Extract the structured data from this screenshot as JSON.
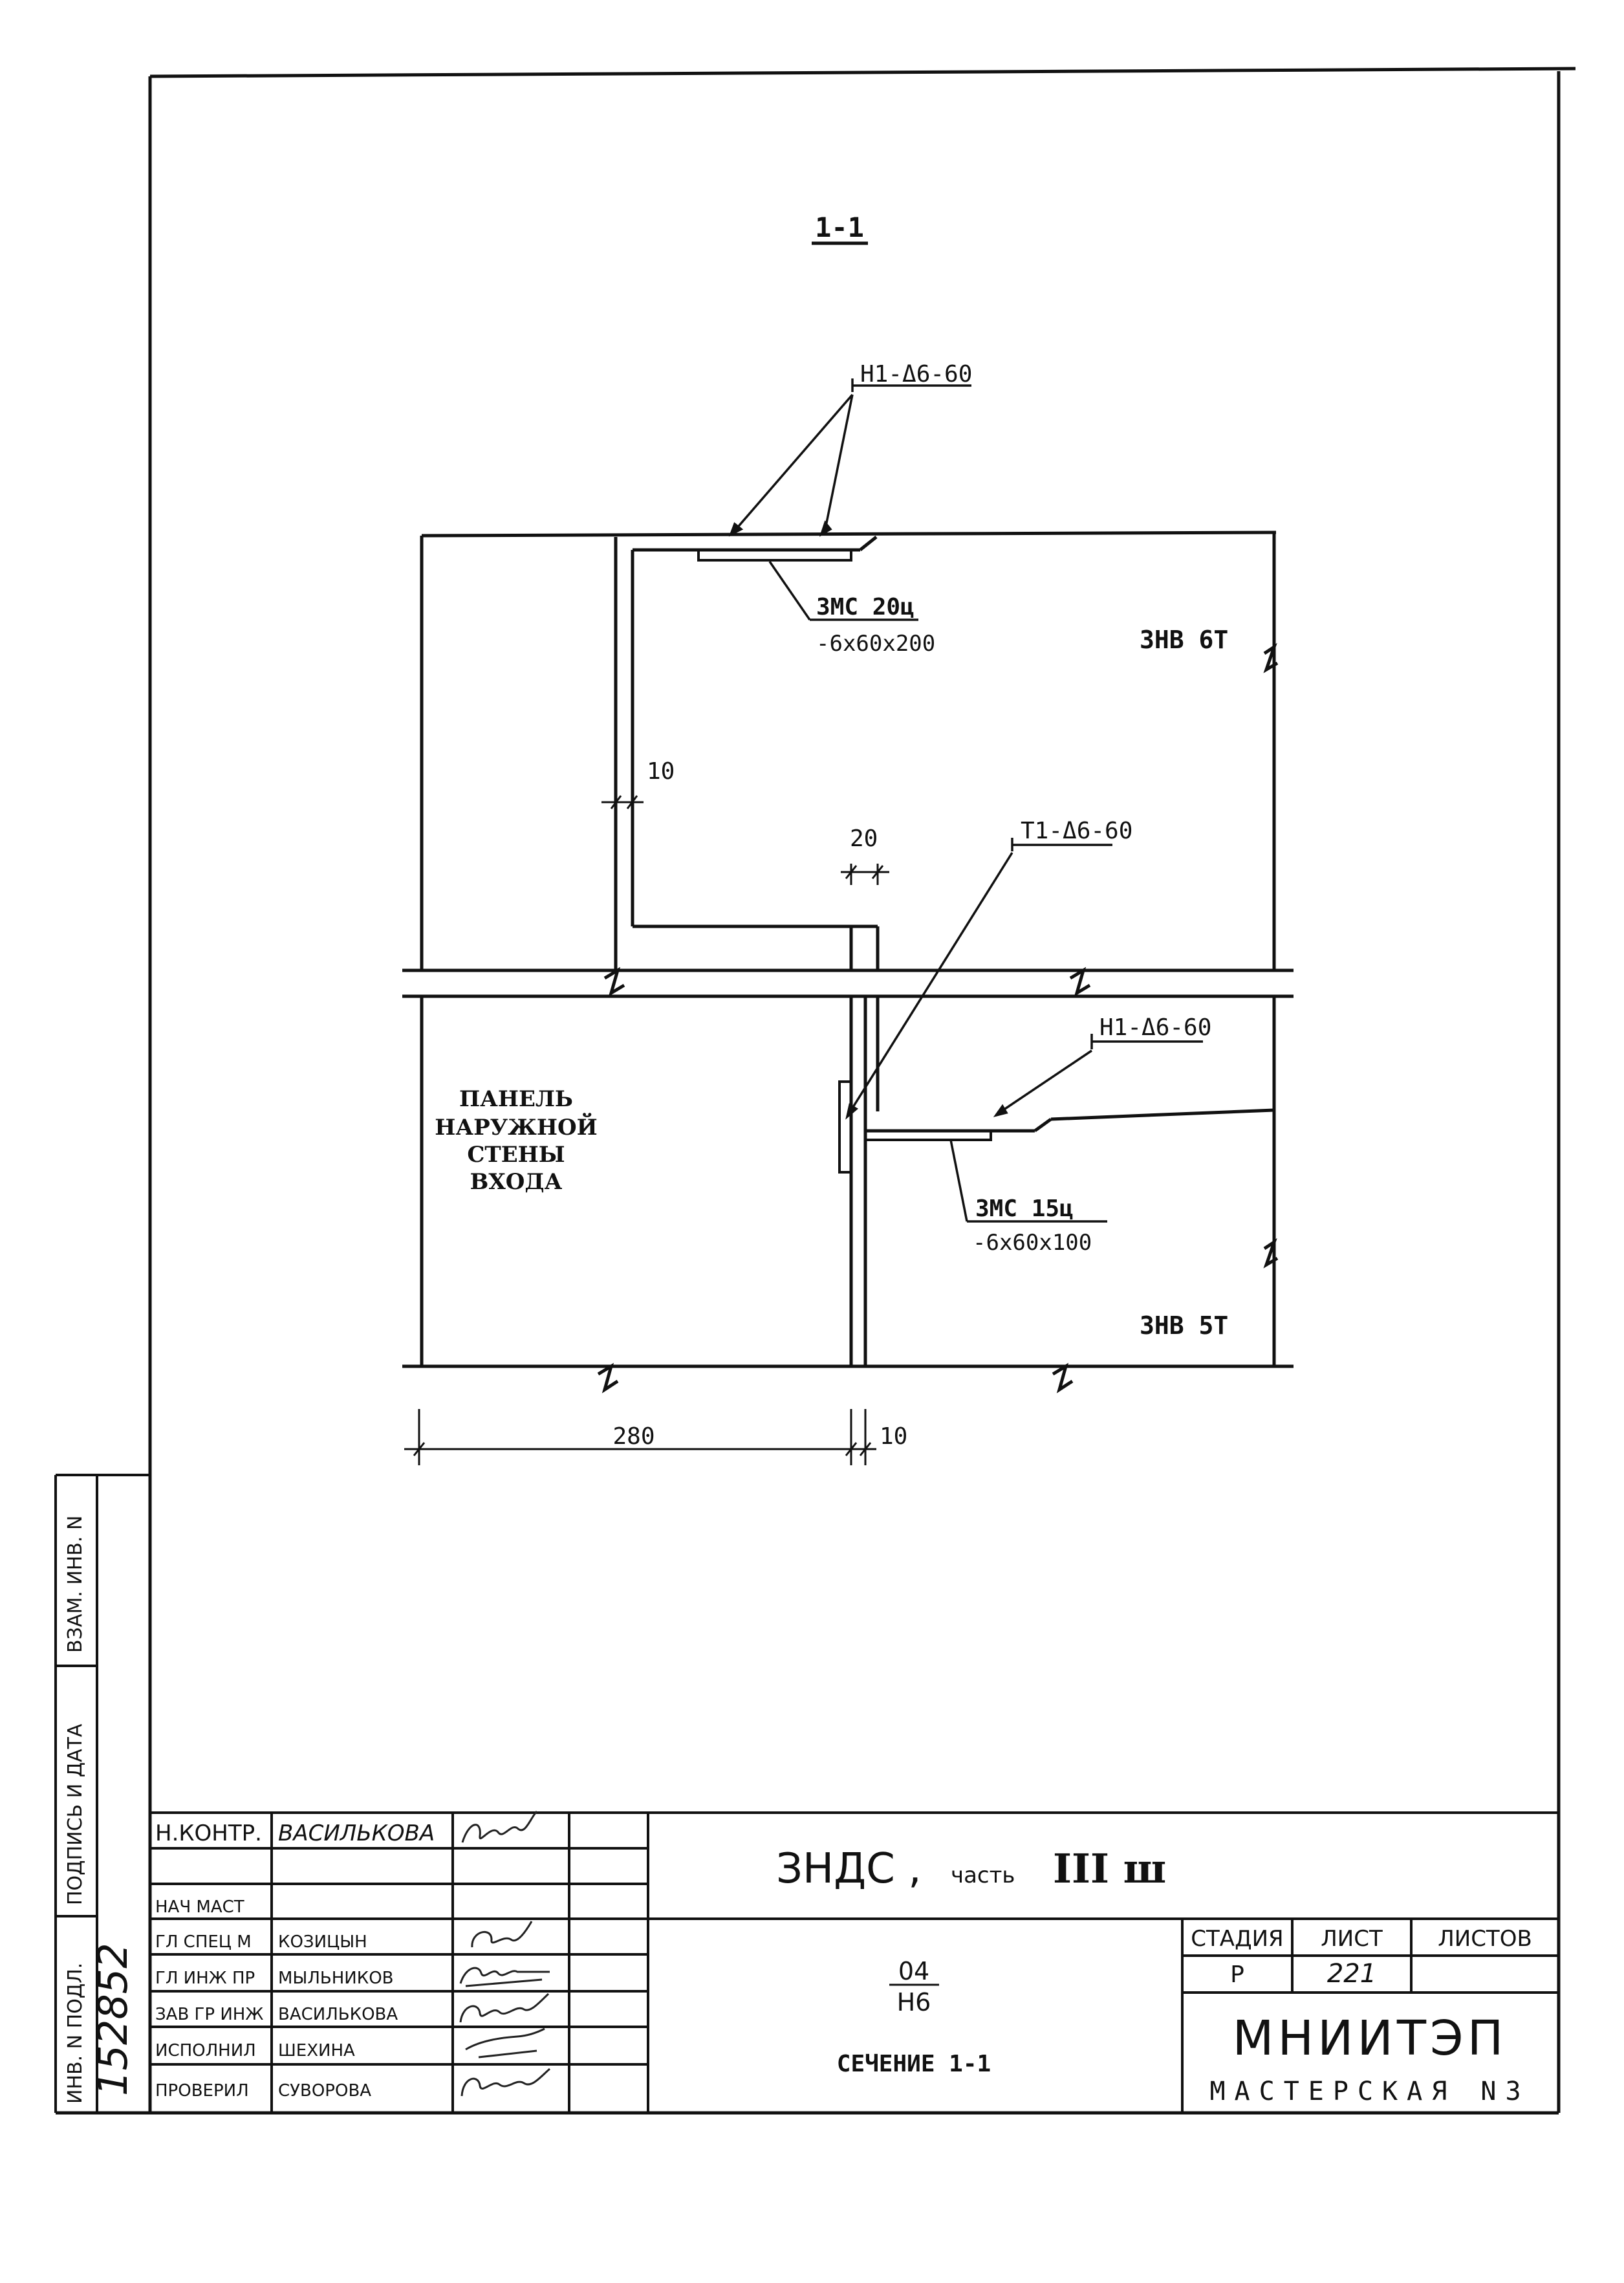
{
  "drawing": {
    "section_title": "1-1",
    "labels": {
      "anchor_top": "Н1-Δ6-60",
      "plate_top_name": "ЗМС 20ц",
      "plate_top_size": "-6x60x200",
      "panel_upper_right": "ЗНВ 6Т",
      "dim_gap_top": "10",
      "dim_slot": "20",
      "anchor_mid": "Т1-Δ6-60",
      "anchor_lower": "Н1-Δ6-60",
      "panel_left_1": "ПАНЕЛЬ",
      "panel_left_2": "НАРУЖНОЙ",
      "panel_left_3": "СТЕНЫ",
      "panel_left_4": "ВХОДА",
      "plate_lower_name": "ЗМС 15ц",
      "plate_lower_size": "-6x60x100",
      "panel_lower_right": "ЗНВ 5Т",
      "dim_width": "280",
      "dim_gap_bottom": "10"
    }
  },
  "side_stamp": {
    "vzam_inv": "ВЗАМ. ИНВ. N",
    "podpis_data": "ПОДПИСЬ И ДАТА",
    "inv_podl": "ИНВ. N ПОДЛ.",
    "inv_number": "152852"
  },
  "title_block": {
    "rows": [
      {
        "role": "Н.КОНТР.",
        "name": "ВАСИЛЬКОВА"
      },
      {
        "role": "",
        "name": ""
      },
      {
        "role": "НАЧ МАСТ",
        "name": ""
      },
      {
        "role": "ГЛ СПЕЦ М",
        "name": "КОЗИЦЫН"
      },
      {
        "role": "ГЛ ИНЖ ПР",
        "name": "МЫЛЬНИКОВ"
      },
      {
        "role": "ЗАВ ГР ИНЖ",
        "name": "ВАСИЛЬКОВА"
      },
      {
        "role": "ИСПОЛНИЛ",
        "name": "ШЕХИНА"
      },
      {
        "role": "ПРОВЕРИЛ",
        "name": "СУВОРОВА"
      }
    ],
    "project_main": "ЗНДС ,",
    "project_part_word": "часть",
    "project_part_num": "III ш",
    "code_top": "04",
    "code_bottom": "Н6",
    "sheet_title": "СЕЧЕНИЕ 1-1",
    "stage_header": "СТАДИЯ",
    "sheet_header": "ЛИСТ",
    "sheets_header": "ЛИСТОВ",
    "stage_value": "Р",
    "sheet_value": "221",
    "sheets_value": "",
    "org_name": "МНИИТЭП",
    "org_sub": "МАСТЕРСКАЯ  N3"
  }
}
